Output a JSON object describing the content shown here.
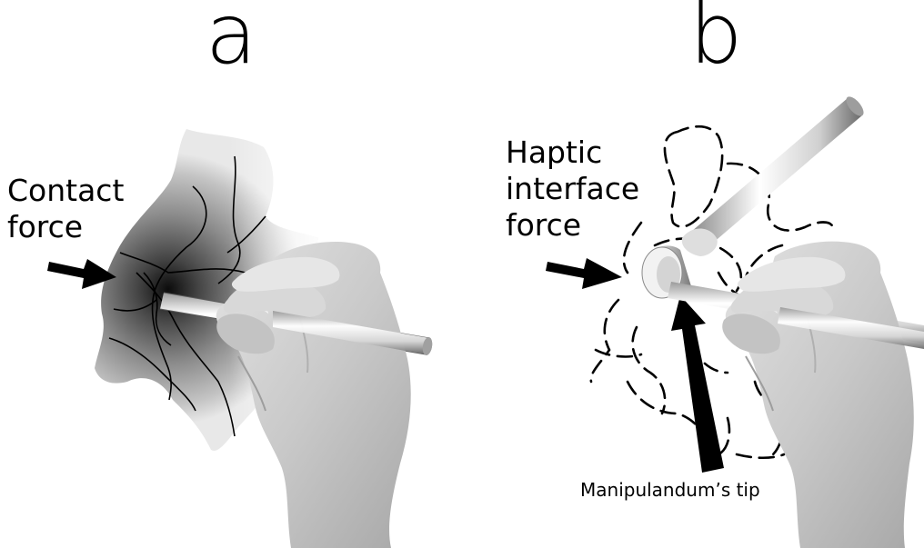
{
  "panels": [
    {
      "letter": "a",
      "arrow_label": "Contact\nforce"
    },
    {
      "letter": "b",
      "arrow_label": "Haptic\ninterface\nforce",
      "tip_label": "Manipulandum’s tip"
    }
  ],
  "icons": {
    "hand": "hand-icon",
    "stylus": "stylus-icon",
    "arrow": "arrow-icon"
  },
  "colors": {
    "background": "#ffffff",
    "ink": "#000000",
    "skin": "#cfcfcf",
    "surface_gray": "#9a9a9a"
  }
}
